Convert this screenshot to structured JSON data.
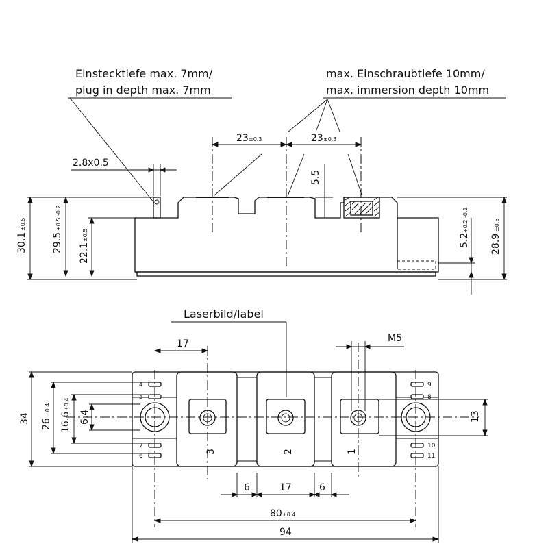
{
  "notes": {
    "plug_depth_de": "Einstecktiefe max. 7mm/",
    "plug_depth_en": "plug in depth max. 7mm",
    "screw_depth_de": "max. Einschraubtiefe 10mm/",
    "screw_depth_en": "max. immersion depth 10mm",
    "laser_label": "Laserbild/label"
  },
  "side_view": {
    "dim_23_a_main": "23",
    "dim_23_a_tol": "±0.3",
    "dim_23_b_main": "23",
    "dim_23_b_tol": "±0.3",
    "dim_2_8": "2.8x0.5",
    "dim_5_5": "5.5",
    "dim_30_1_main": "30.1",
    "dim_30_1_tol": "±0.5",
    "dim_29_5_main": "29.5",
    "dim_29_5_tol": "+0.5 -0.2",
    "dim_22_1_main": "22.1",
    "dim_22_1_tol": "±0.5",
    "dim_5_2_main": "5.2",
    "dim_5_2_tol": "+0.2 -0.1",
    "dim_28_9_main": "28.9",
    "dim_28_9_tol": "±0.5"
  },
  "top_view": {
    "dim_17_top": "17",
    "dim_m5": "M5",
    "dim_34": "34",
    "dim_26_main": "26",
    "dim_26_tol": "±0.4",
    "dim_16_6_main": "16.6",
    "dim_16_6_tol": "±0.4",
    "dim_6_4": "6.4",
    "dim_13": "13",
    "dim_6_left": "6",
    "dim_17_bottom": "17",
    "dim_6_right": "6",
    "dim_80_main": "80",
    "dim_80_tol": "±0.4",
    "dim_94": "94",
    "terminal_1": "1",
    "terminal_2": "2",
    "terminal_3": "3",
    "pins_left": [
      "4",
      "5",
      "7",
      "6"
    ],
    "pins_right": [
      "9",
      "8",
      "10",
      "11"
    ]
  }
}
